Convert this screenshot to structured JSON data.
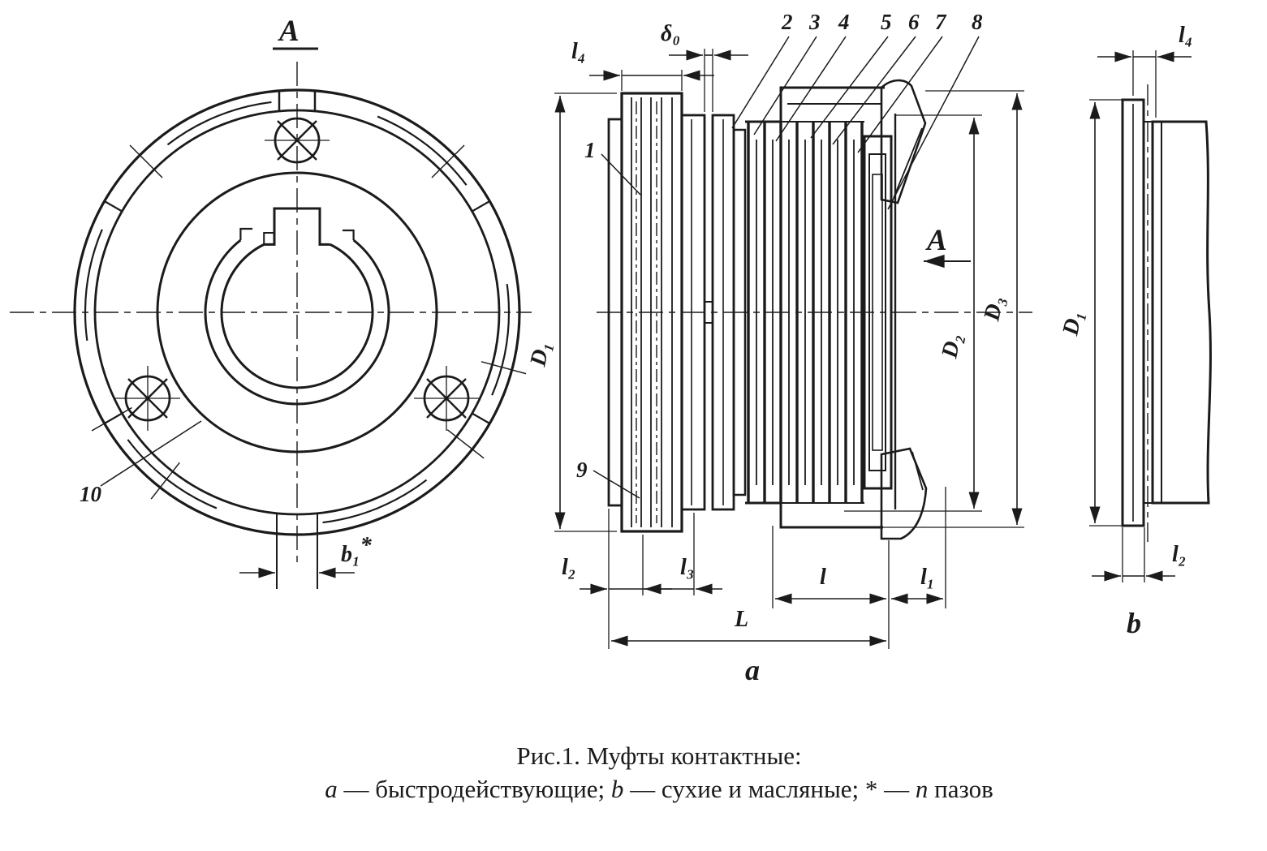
{
  "figure": {
    "view_a_marker": "A",
    "front_view": {
      "part_label_10": "10",
      "dim_b1": "b₁",
      "dim_b1_star": "*"
    },
    "section_a": {
      "part_labels": {
        "n1": "1",
        "n2": "2",
        "n3": "3",
        "n4": "4",
        "n5": "5",
        "n6": "6",
        "n7": "7",
        "n8": "8",
        "n9": "9"
      },
      "dims": {
        "l4": "l₄",
        "delta0": "δ₀",
        "D1": "D₁",
        "D2": "D₂",
        "D3": "D₃",
        "l2": "l₂",
        "l3": "l₃",
        "l": "l",
        "l1": "l₁",
        "L": "L"
      },
      "view_arrow_label": "A",
      "sublabel": "a"
    },
    "side_b": {
      "dims": {
        "l4": "l₄",
        "D1": "D₁",
        "l2": "l₂"
      },
      "sublabel": "b"
    }
  },
  "caption": {
    "line1": "Рис.1. Муфты контактные:",
    "line2": {
      "s0": "a",
      "s1": " — быстродействующие; ",
      "s2": "b",
      "s3": " — сухие и масляные;  ",
      "s4": "*",
      "s5": " — ",
      "s6": "n",
      "s7": " пазов"
    }
  }
}
